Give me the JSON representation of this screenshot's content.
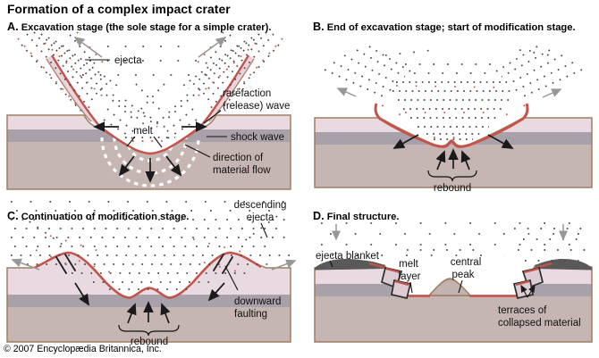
{
  "title": "Formation of a complex impact crater",
  "copyright": "© 2007 Encyclopædia Britannica, Inc.",
  "colors": {
    "surface_layer": "#e9dae2",
    "shocked_layer": "#a9a1a9",
    "bedrock": "#c5b5b3",
    "outline_brown": "#a07d62",
    "melt_red": "#c4544b",
    "ejecta_blanket_dark": "#595959",
    "dot_gray": "#474747",
    "arrow_gray": "#979797",
    "shockwave_white": "#ffffff"
  },
  "panels": {
    "a": {
      "letter": "A.",
      "heading": " Excavation stage (the sole stage for a simple crater).",
      "labels": {
        "ejecta": "ejecta",
        "rarefaction_line1": "rarefaction",
        "rarefaction_line2": "(release) wave",
        "melt": "melt",
        "shock_wave": "shock wave",
        "flow_line1": "direction of",
        "flow_line2": "material flow"
      }
    },
    "b": {
      "letter": "B.",
      "heading": " End of excavation stage; start of modification stage.",
      "labels": {
        "rebound": "rebound"
      }
    },
    "c": {
      "letter": "C.",
      "heading": " Continuation of modification stage.",
      "labels": {
        "descending_line1": "descending",
        "descending_line2": "ejecta",
        "downward_line1": "downward",
        "downward_line2": "faulting",
        "rebound": "rebound"
      }
    },
    "d": {
      "letter": "D.",
      "heading": " Final structure.",
      "labels": {
        "ejecta_blanket": "ejecta blanket",
        "melt_line1": "melt",
        "melt_line2": "layer",
        "central_line1": "central",
        "central_line2": "peak",
        "terraces_line1": "terraces of",
        "terraces_line2": "collapsed material"
      }
    }
  }
}
